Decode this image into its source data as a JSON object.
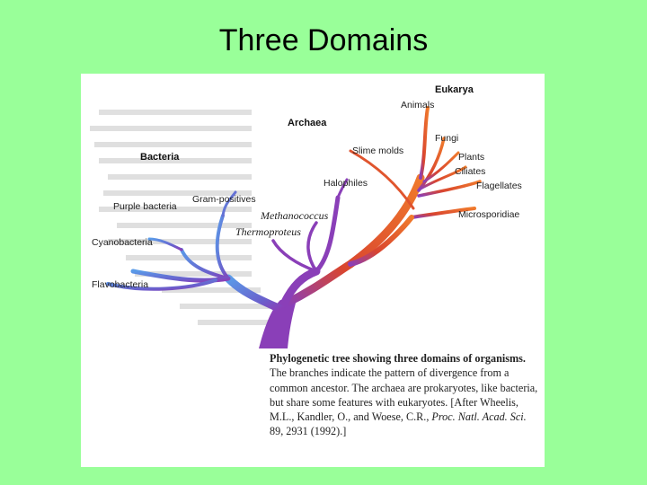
{
  "slide": {
    "title": "Three Domains"
  },
  "domains": {
    "eukarya": "Eukarya",
    "archaea": "Archaea",
    "bacteria": "Bacteria"
  },
  "eukarya_branches": [
    "Animals",
    "Fungi",
    "Slime molds",
    "Plants",
    "Ciliates",
    "Flagellates",
    "Microsporidiae"
  ],
  "archaea_branches": [
    "Halophiles",
    "Methanococcus",
    "Thermoproteus"
  ],
  "bacteria_branches": [
    "Gram-positives",
    "Purple bacteria",
    "Cyanobacteria",
    "Flavobacteria"
  ],
  "caption": {
    "heading": "Phylogenetic tree showing three domains of organisms.",
    "body": " The branches indicate the pattern of divergence from a common ancestor. The archaea are prokaryotes, like bacteria, but share some features with eukaryotes. [After Wheelis, M.L., Kandler, O., and Woese, C.R., ",
    "journal": "Proc. Natl. Acad. Sci.",
    "tail": " 89, 2931 (1992).]"
  },
  "colors": {
    "background": "#99ff99",
    "eukarya_branch": "#e8592a",
    "archaea_branch": "#8a3fb8",
    "bacteria_branch": "#4a7fd6"
  }
}
